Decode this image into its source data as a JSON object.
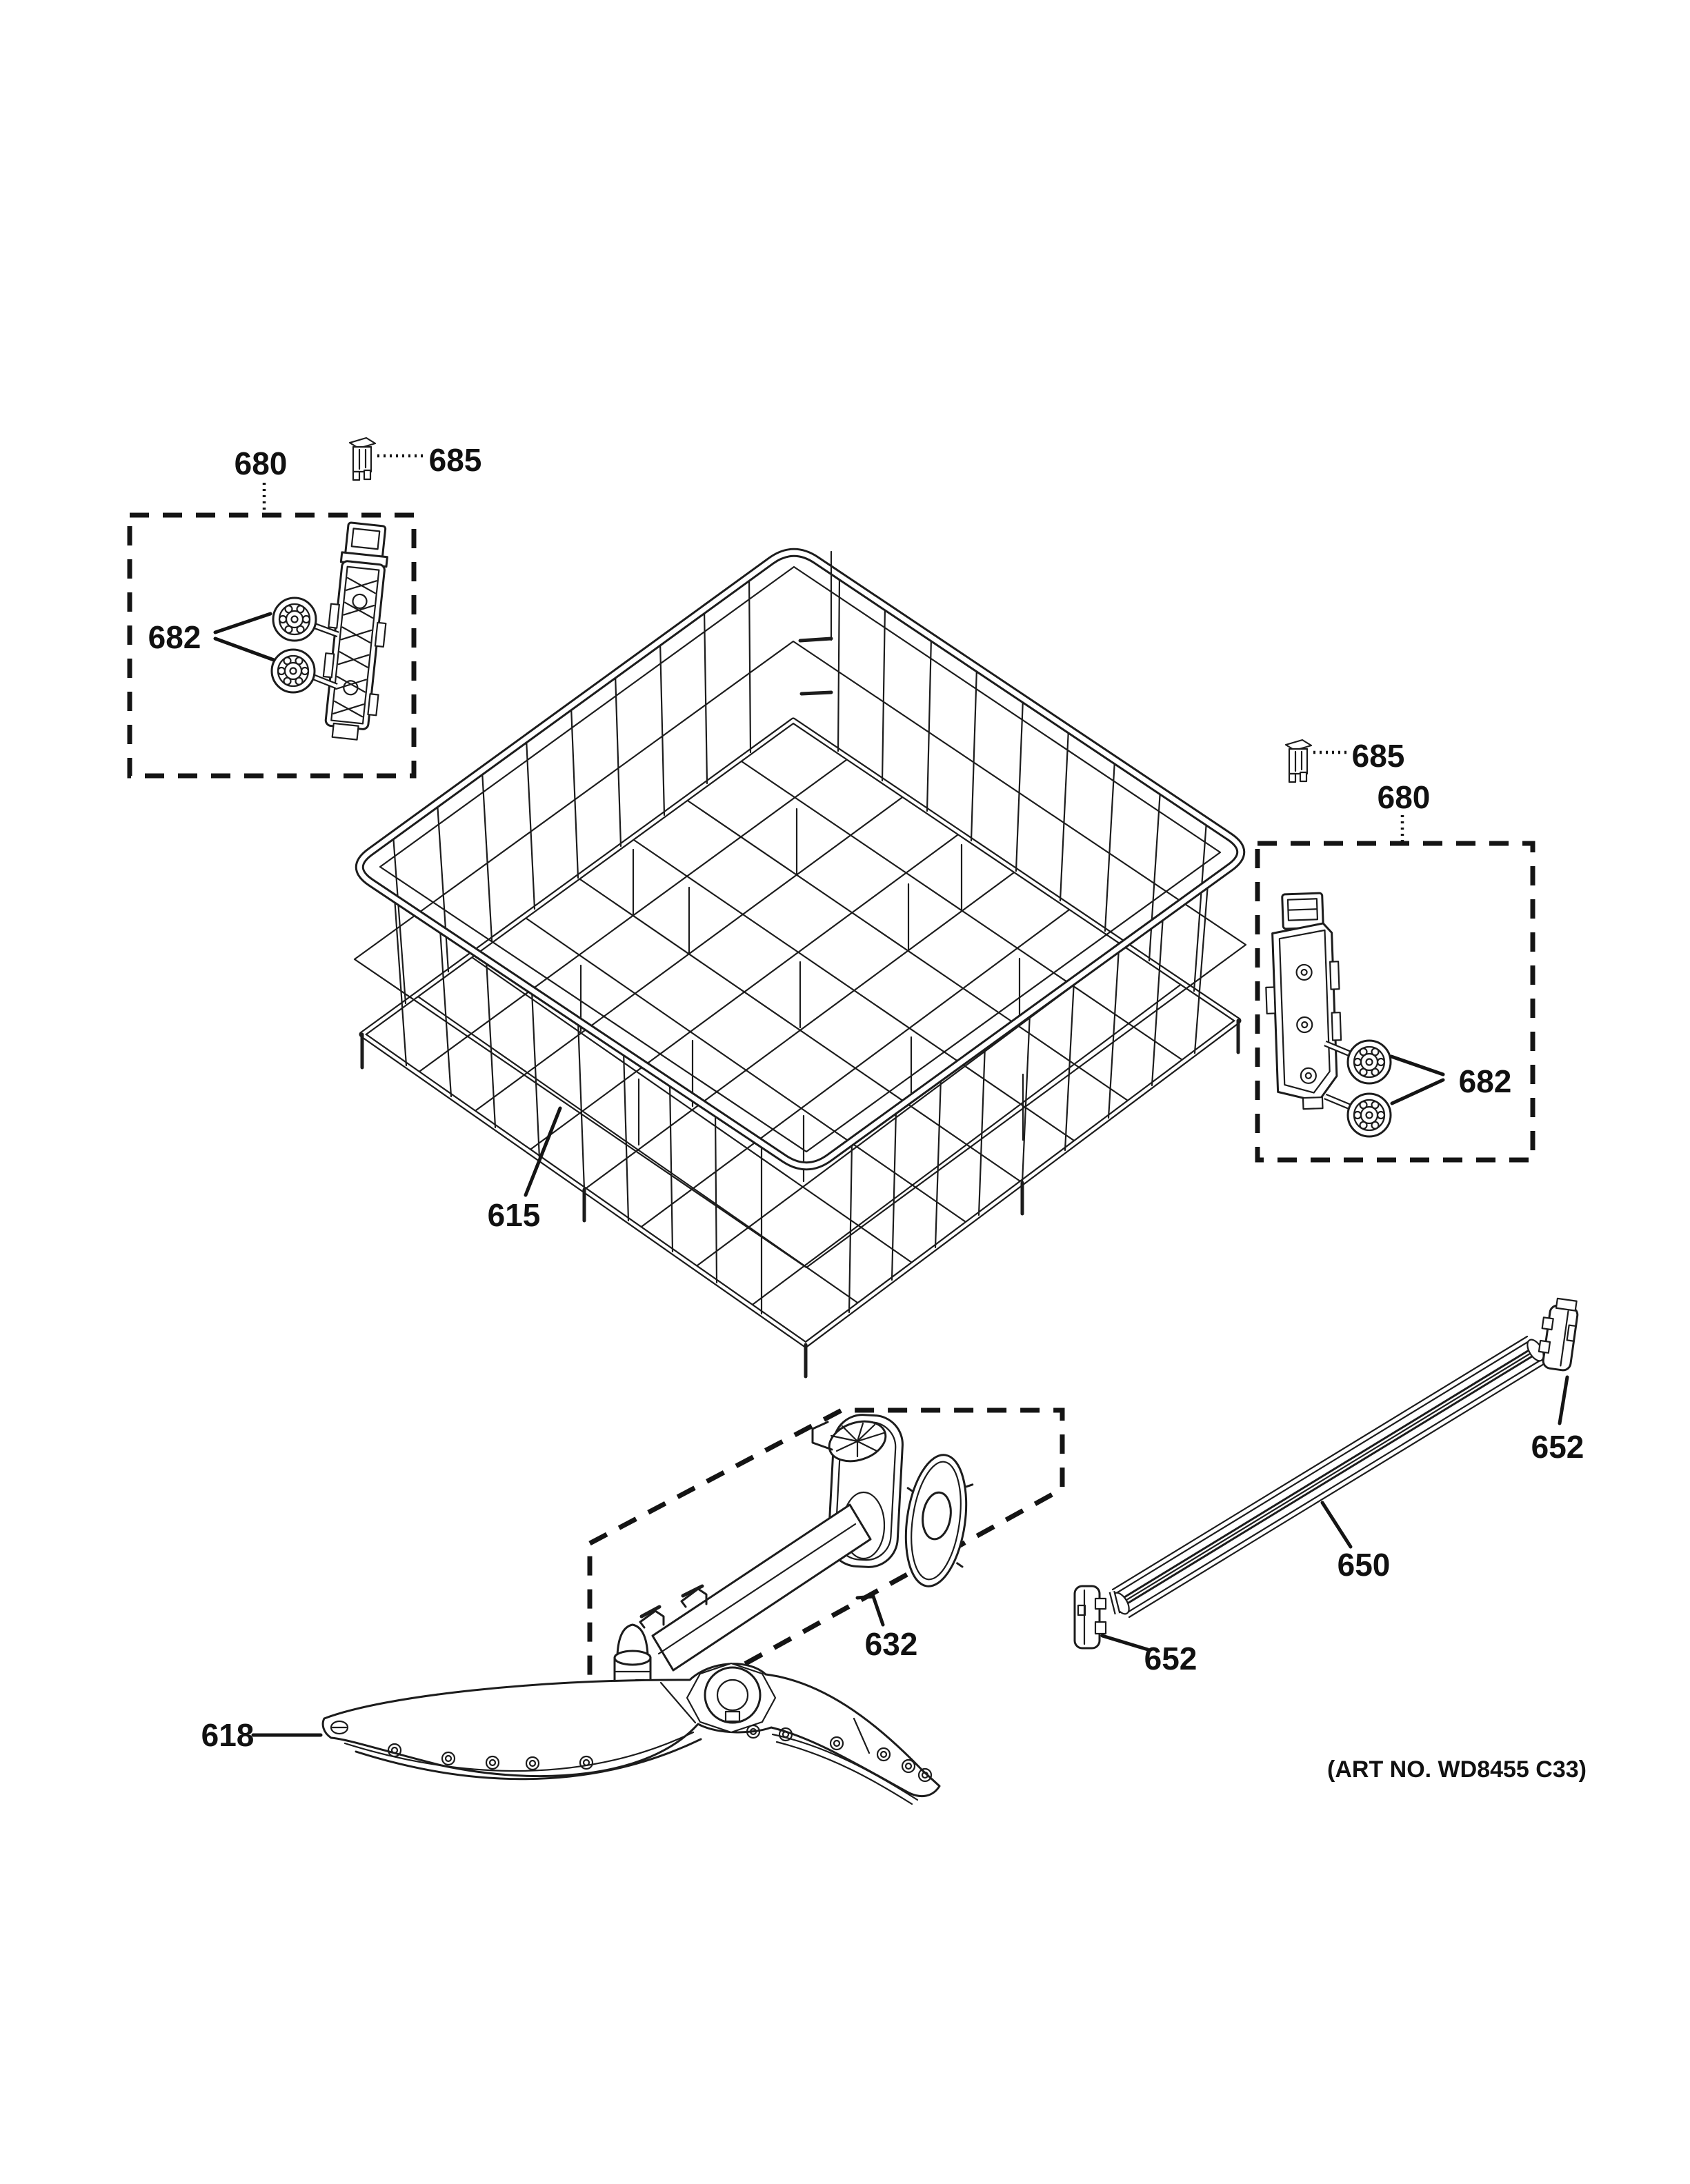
{
  "diagram": {
    "art_no": "(ART NO. WD8455 C33)",
    "callouts": {
      "left_adjuster": "680",
      "left_clip": "685",
      "left_rollers": "682",
      "right_adjuster": "680",
      "right_clip": "685",
      "right_rollers": "682",
      "upper_rack": "615",
      "conduit": "632",
      "spray_arm": "618",
      "slide_rail": "650",
      "rail_end_cap_top": "652",
      "rail_end_cap_bottom": "652"
    },
    "colors": {
      "line": "#1c1c1c",
      "background": "#ffffff"
    }
  }
}
